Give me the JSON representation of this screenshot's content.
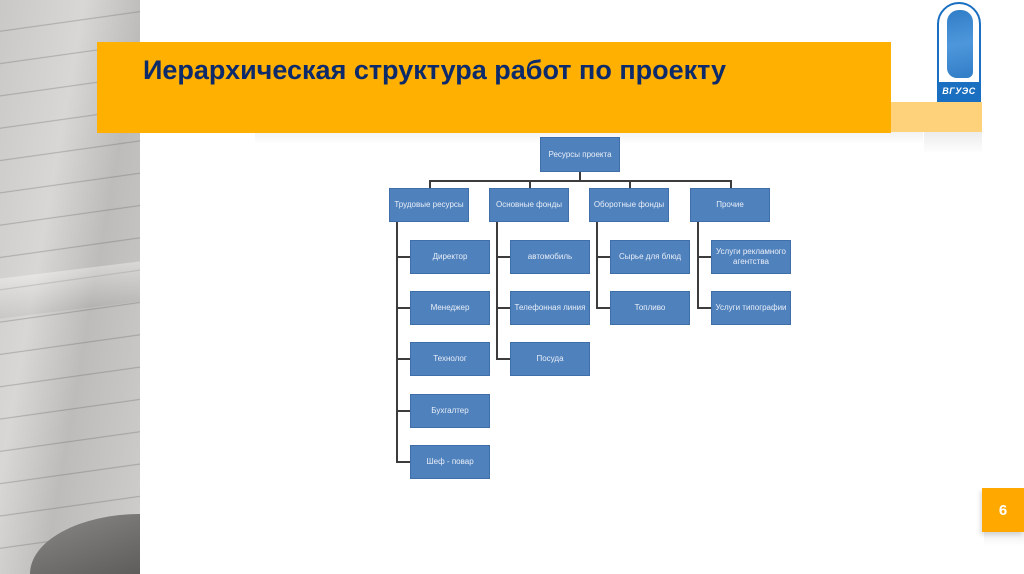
{
  "slide": {
    "title": "Иерархическая структура работ по проекту",
    "page_number": "6",
    "logo_text": "ВГУЭС",
    "colors": {
      "title_bar": "#ffb000",
      "title_text": "#0d2a6b",
      "node_fill": "#4f81bd",
      "page_badge": "#ffa800",
      "logo_blue": "#1a6fc0"
    }
  },
  "diagram": {
    "root": {
      "label": "Ресурсы проекта"
    },
    "categories": [
      {
        "label": "Трудовые ресурсы",
        "children": [
          "Директор",
          "Менеджер",
          "Технолог",
          "Бухгалтер",
          "Шеф - повар"
        ]
      },
      {
        "label": "Основные фонды",
        "children": [
          "автомобиль",
          "Телефонная линия",
          "Посуда"
        ]
      },
      {
        "label": "Оборотные фонды",
        "children": [
          "Сырье для блюд",
          "Топливо"
        ]
      },
      {
        "label": "Прочие",
        "children": [
          "Услуги рекламного агентства",
          "Услуги типографии"
        ]
      }
    ]
  }
}
